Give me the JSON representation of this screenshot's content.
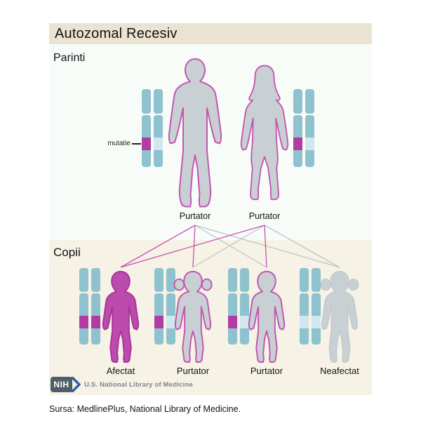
{
  "title": "Autozomal Recesiv",
  "parents": {
    "section_label": "Parinti",
    "mutation_label": "mutatie",
    "father": {
      "label": "Purtator",
      "sex": "male",
      "status": "carrier",
      "genotype": [
        "mutated",
        "normal"
      ]
    },
    "mother": {
      "label": "Purtator",
      "sex": "female",
      "status": "carrier",
      "genotype": [
        "mutated",
        "normal"
      ]
    }
  },
  "children": {
    "section_label": "Copii",
    "items": [
      {
        "label": "Afectat",
        "sex": "boy",
        "status": "affected",
        "genotype": [
          "mutated",
          "mutated"
        ]
      },
      {
        "label": "Purtator",
        "sex": "girl",
        "status": "carrier",
        "genotype": [
          "mutated",
          "normal"
        ]
      },
      {
        "label": "Purtator",
        "sex": "boy",
        "status": "carrier",
        "genotype": [
          "mutated",
          "normal"
        ]
      },
      {
        "label": "Neafectat",
        "sex": "girl",
        "status": "unaffected",
        "genotype": [
          "normal",
          "normal"
        ]
      }
    ]
  },
  "connections": [
    {
      "from": "father",
      "to": "child-1",
      "allele": "mutated"
    },
    {
      "from": "father",
      "to": "child-2",
      "allele": "mutated"
    },
    {
      "from": "father",
      "to": "child-3",
      "allele": "normal"
    },
    {
      "from": "father",
      "to": "child-4",
      "allele": "normal"
    },
    {
      "from": "mother",
      "to": "child-1",
      "allele": "mutated"
    },
    {
      "from": "mother",
      "to": "child-2",
      "allele": "normal"
    },
    {
      "from": "mother",
      "to": "child-3",
      "allele": "mutated"
    },
    {
      "from": "mother",
      "to": "child-4",
      "allele": "normal"
    }
  ],
  "footer": {
    "nih_abbr": "NIH",
    "nih_org": "U.S. National Library of Medicine",
    "source": "Sursa: MedlinePlus, National Library of Medicine."
  },
  "colors": {
    "header_bg": "#ebe3d1",
    "parents_bg": "#f8fcf8",
    "children_bg": "#f6f2e5",
    "chromosome_teal": "#8ec2ce",
    "band_mutated": "#b23ca6",
    "band_normal": "#cfe8ef",
    "figure_gray": "#c8d0d4",
    "figure_affected": "#bb4bad",
    "outline_magenta": "#c455b2",
    "line_mutated": "#c84fb6",
    "line_normal": "#bac4ca",
    "nih_box": "#4f5d68",
    "nih_chevron": "#2f5f9e"
  }
}
